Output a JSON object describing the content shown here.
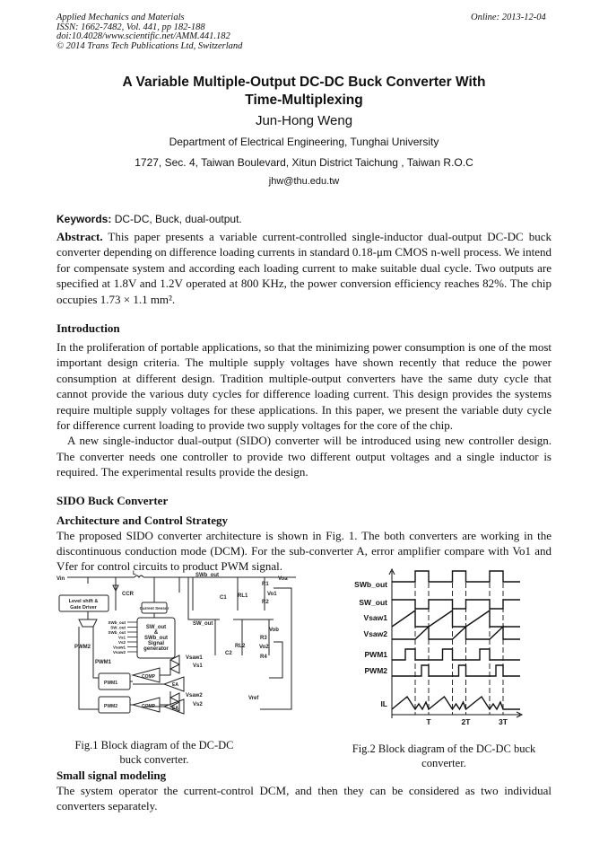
{
  "header": {
    "journal": "Applied Mechanics and Materials",
    "issn": "ISSN: 1662-7482, Vol. 441, pp 182-188",
    "doi": "doi:10.4028/www.scientific.net/AMM.441.182",
    "copyright": "© 2014 Trans Tech Publications Ltd, Switzerland",
    "online": "Online: 2013-12-04"
  },
  "title_line1": "A Variable Multiple-Output DC-DC Buck Converter With",
  "title_line2": "Time-Multiplexing",
  "author": "Jun-Hong Weng",
  "affiliation": "Department of Electrical Engineering, Tunghai University",
  "address": "1727, Sec. 4, Taiwan Boulevard, Xitun District Taichung , Taiwan R.O.C",
  "email": "jhw@thu.edu.tw",
  "keywords_label": "Keywords:",
  "keywords": " DC-DC, Buck, dual-output.",
  "abstract_label": "Abstract.",
  "abstract": " This paper presents a variable current-controlled single-inductor dual-output DC-DC buck converter depending on difference loading currents in standard 0.18-μm CMOS n-well process. We intend for compensate system and according each loading current to make suitable dual cycle. Two outputs are specified at 1.8V and 1.2V operated at 800 KHz, the power conversion efficiency reaches 82%. The chip occupies 1.73 × 1.1 mm².",
  "intro_heading": "Introduction",
  "intro_p1": "In the proliferation of portable applications, so that the minimizing power consumption is one of the most important design criteria. The multiple supply voltages have shown recently that reduce the power consumption at different design. Tradition multiple-output converters have the same duty cycle that cannot provide the various duty cycles for difference loading current. This design provides the systems require multiple supply voltages for these applications. In this paper, we present the variable duty cycle for difference current loading to provide two supply voltages for the core of the chip.",
  "intro_p2": "A new single-inductor dual-output (SIDO) converter will be introduced using new controller design. The converter needs one controller to provide two different output voltages and a single inductor is required. The experimental results provide the design.",
  "sido_heading": "SIDO Buck Converter",
  "arch_heading": "Architecture and Control Strategy",
  "arch_p1": "The proposed SIDO converter architecture is shown in Fig. 1. The both converters are working in the discontinuous conduction mode (DCM). For the sub-converter A, error amplifier compare with Vo1 and Vfer for control circuits to product PWM signal.",
  "fig1": {
    "caption": "Fig.1 Block diagram of the DC-DC buck converter.",
    "labels": {
      "vin": "Vin",
      "l": "L",
      "ccr": "CCR",
      "level_shift": "Level shift &",
      "gate_driver": "Gate Driver",
      "current_sensor": "Current Sensor",
      "signal_gen_1": "SW_out",
      "signal_gen_2": "&",
      "signal_gen_3": "SWb_out",
      "signal_gen_4": "Signal",
      "signal_gen_5": "generator",
      "swb_out": "SWb_out",
      "sw_out": "SW_out",
      "voa": "Voa",
      "vob": "Vob",
      "c1": "C1",
      "c2": "C2",
      "rl1": "RL1",
      "rl2": "RL2",
      "r1": "R1",
      "r2": "R2",
      "r3": "R3",
      "r4": "R4",
      "vo1": "Vo1",
      "vo2": "Vo2",
      "pwm1": "PWM1",
      "pwm2": "PWM2",
      "comp": "COMP",
      "ea": "EA",
      "vsaw1": "Vsaw1",
      "vsaw2": "Vsaw2",
      "vs1": "Vs1",
      "vs2": "Vs2",
      "vref": "Vref",
      "sigs": [
        "SWb_out",
        "SW_out",
        "SWb_out",
        "Vs1",
        "Vs2",
        "Vsaw1",
        "Vsaw2"
      ]
    }
  },
  "fig2": {
    "caption": "Fig.2 Block diagram of the DC-DC buck converter.",
    "signals": [
      "SWb_out",
      "SW_out",
      "Vsaw1",
      "Vsaw2",
      "PWM1",
      "PWM2",
      "IL"
    ],
    "ticks": [
      "T",
      "2T",
      "3T"
    ]
  },
  "small_signal_heading": "Small signal modeling",
  "small_signal_p1": "The system operator the current-control DCM, and then they can be considered as two individual converters separately."
}
